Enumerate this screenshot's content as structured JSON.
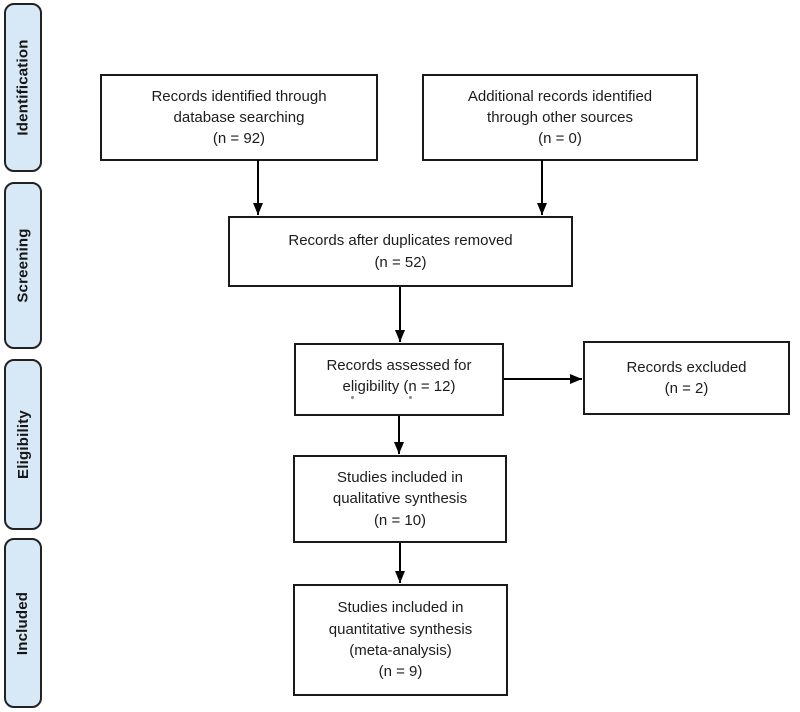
{
  "diagram": {
    "stages": [
      {
        "label": "Identification"
      },
      {
        "label": "Screening"
      },
      {
        "label": "Eligibility"
      },
      {
        "label": "Included"
      }
    ],
    "boxes": [
      {
        "id": "records-identified",
        "text": "Records identified through\ndatabase searching\n(n = 92)"
      },
      {
        "id": "additional-records",
        "text": "Additional records identified\nthrough other sources\n(n = 0)"
      },
      {
        "id": "after-duplicates",
        "text": "Records after duplicates removed\n(n = 52)"
      },
      {
        "id": "assessed-eligibility",
        "text": "Records assessed for\neligibility (n = 12)"
      },
      {
        "id": "records-excluded",
        "text": "Records excluded\n(n = 2)"
      },
      {
        "id": "qualitative-synthesis",
        "text": "Studies included in\nqualitative synthesis\n(n = 10)"
      },
      {
        "id": "quantitative-synthesis",
        "text": "Studies included in\nquantitative synthesis\n(meta-analysis)\n(n = 9)"
      }
    ],
    "colors": {
      "stage_fill": "#d7e9f7",
      "stage_border": "#222222",
      "box_border": "#1a1a1a",
      "arrow": "#000000",
      "background": "#ffffff"
    }
  }
}
